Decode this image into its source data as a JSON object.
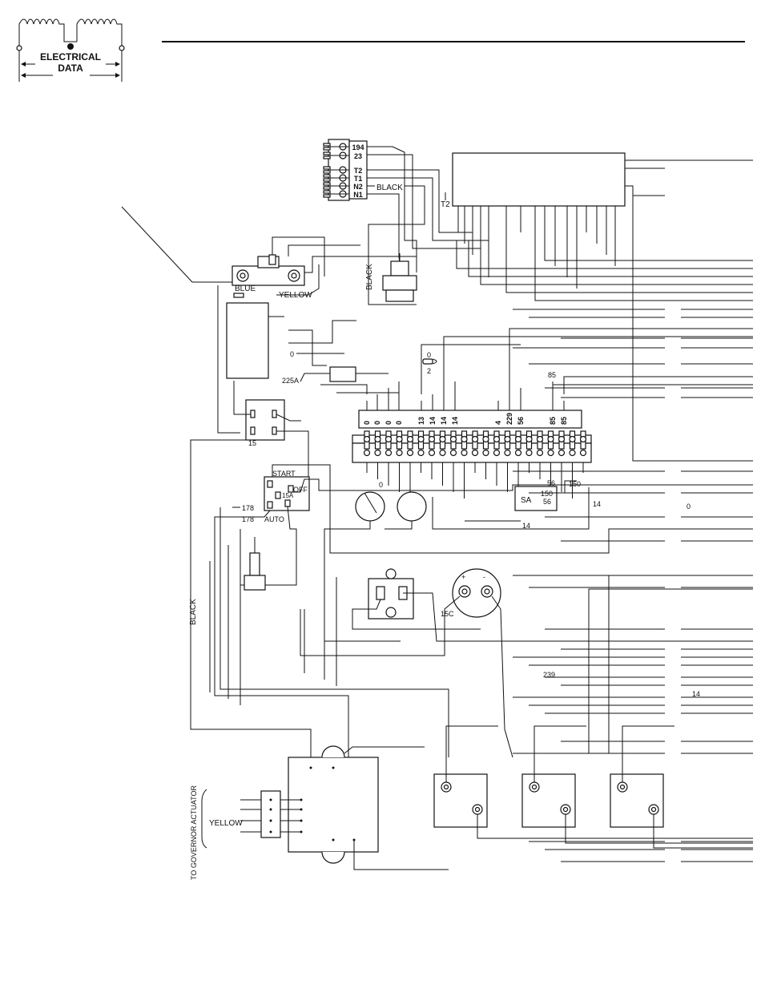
{
  "logo": {
    "line1": "ELECTRICAL",
    "line2": "DATA"
  },
  "terminal_strip_top": [
    "194",
    "23",
    "T2",
    "T1",
    "N2",
    "N1"
  ],
  "wire_labels": {
    "black_top": "BLACK",
    "t2": "T2",
    "black_vertical": "BLACK",
    "blue": "BLUE",
    "yellow_top": "YELLOW",
    "w0_a": "0",
    "w0_b": "0",
    "w2": "2",
    "w225a": "225A",
    "w85_top": "85",
    "w15": "15",
    "w178_a": "178",
    "w178_b": "178",
    "w0_c": "0",
    "w56_a": "56",
    "w150_a": "150",
    "w14_a": "14",
    "w0_d": "0",
    "w14_b": "14",
    "w15c": "15C",
    "w239": "239",
    "w14_c": "14",
    "black_left": "BLACK",
    "yellow_gov": "YELLOW",
    "to_governor": "TO GOVERNOR ACTUATOR"
  },
  "terminal_board_labels": [
    "0",
    "0",
    "0",
    "0",
    "13",
    "14",
    "14",
    "14",
    "4",
    "229",
    "56",
    "85",
    "85"
  ],
  "sa_relay": {
    "name": "SA",
    "pin_a": "150",
    "pin_b": "56"
  },
  "switch": {
    "start": "START",
    "off": "OFF",
    "auto": "AUTO",
    "fuse": "15A"
  },
  "capacitor": {
    "plus": "+",
    "minus": "-"
  }
}
